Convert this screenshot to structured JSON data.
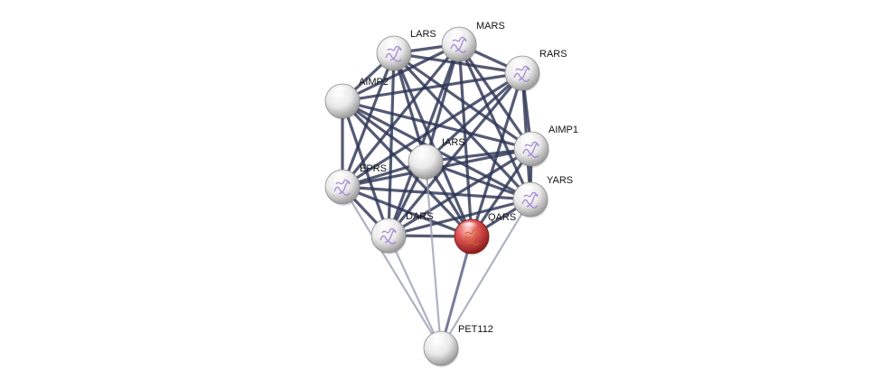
{
  "network": {
    "query_protein": "QARS",
    "node_colors": {
      "default": "#e6e6e6",
      "query": "#d23a3a",
      "structure": "#9b7fd1"
    },
    "edge_colors": {
      "strong": "#2e3656",
      "medium": "#4a5276",
      "weak": "#9aa0b4"
    },
    "nodes": [
      {
        "id": "LARS",
        "label": "LARS",
        "has_structure": true,
        "query": false
      },
      {
        "id": "MARS",
        "label": "MARS",
        "has_structure": true,
        "query": false
      },
      {
        "id": "RARS",
        "label": "RARS",
        "has_structure": true,
        "query": false
      },
      {
        "id": "AIMP2",
        "label": "AIMP2",
        "has_structure": false,
        "query": false
      },
      {
        "id": "IARS",
        "label": "IARS",
        "has_structure": false,
        "query": false
      },
      {
        "id": "AIMP1",
        "label": "AIMP1",
        "has_structure": true,
        "query": false
      },
      {
        "id": "EPRS",
        "label": "EPRS",
        "has_structure": true,
        "query": false
      },
      {
        "id": "YARS",
        "label": "YARS",
        "has_structure": true,
        "query": false
      },
      {
        "id": "DARS",
        "label": "DARS",
        "has_structure": true,
        "query": false
      },
      {
        "id": "QARS",
        "label": "QARS",
        "has_structure": true,
        "query": true
      },
      {
        "id": "PET112",
        "label": "PET112",
        "has_structure": false,
        "query": false
      }
    ],
    "edges": [
      [
        "LARS",
        "MARS",
        "strong"
      ],
      [
        "LARS",
        "RARS",
        "strong"
      ],
      [
        "LARS",
        "AIMP2",
        "strong"
      ],
      [
        "LARS",
        "IARS",
        "strong"
      ],
      [
        "LARS",
        "AIMP1",
        "strong"
      ],
      [
        "LARS",
        "EPRS",
        "strong"
      ],
      [
        "LARS",
        "YARS",
        "strong"
      ],
      [
        "LARS",
        "DARS",
        "strong"
      ],
      [
        "LARS",
        "QARS",
        "strong"
      ],
      [
        "MARS",
        "RARS",
        "strong"
      ],
      [
        "MARS",
        "AIMP2",
        "strong"
      ],
      [
        "MARS",
        "IARS",
        "strong"
      ],
      [
        "MARS",
        "AIMP1",
        "strong"
      ],
      [
        "MARS",
        "EPRS",
        "strong"
      ],
      [
        "MARS",
        "YARS",
        "strong"
      ],
      [
        "MARS",
        "DARS",
        "strong"
      ],
      [
        "MARS",
        "QARS",
        "strong"
      ],
      [
        "RARS",
        "AIMP2",
        "strong"
      ],
      [
        "RARS",
        "IARS",
        "strong"
      ],
      [
        "RARS",
        "AIMP1",
        "strong"
      ],
      [
        "RARS",
        "EPRS",
        "strong"
      ],
      [
        "RARS",
        "YARS",
        "strong"
      ],
      [
        "RARS",
        "DARS",
        "strong"
      ],
      [
        "RARS",
        "QARS",
        "strong"
      ],
      [
        "AIMP2",
        "IARS",
        "strong"
      ],
      [
        "AIMP2",
        "AIMP1",
        "strong"
      ],
      [
        "AIMP2",
        "EPRS",
        "strong"
      ],
      [
        "AIMP2",
        "YARS",
        "strong"
      ],
      [
        "AIMP2",
        "DARS",
        "strong"
      ],
      [
        "AIMP2",
        "QARS",
        "strong"
      ],
      [
        "IARS",
        "AIMP1",
        "strong"
      ],
      [
        "IARS",
        "EPRS",
        "strong"
      ],
      [
        "IARS",
        "YARS",
        "strong"
      ],
      [
        "IARS",
        "DARS",
        "strong"
      ],
      [
        "IARS",
        "QARS",
        "strong"
      ],
      [
        "AIMP1",
        "EPRS",
        "strong"
      ],
      [
        "AIMP1",
        "YARS",
        "strong"
      ],
      [
        "AIMP1",
        "DARS",
        "strong"
      ],
      [
        "AIMP1",
        "QARS",
        "strong"
      ],
      [
        "EPRS",
        "YARS",
        "strong"
      ],
      [
        "EPRS",
        "DARS",
        "strong"
      ],
      [
        "EPRS",
        "QARS",
        "strong"
      ],
      [
        "YARS",
        "DARS",
        "strong"
      ],
      [
        "YARS",
        "QARS",
        "strong"
      ],
      [
        "DARS",
        "QARS",
        "strong"
      ],
      [
        "PET112",
        "QARS",
        "medium"
      ],
      [
        "PET112",
        "DARS",
        "weak"
      ],
      [
        "PET112",
        "EPRS",
        "weak"
      ],
      [
        "PET112",
        "IARS",
        "weak"
      ],
      [
        "PET112",
        "YARS",
        "weak"
      ]
    ]
  }
}
